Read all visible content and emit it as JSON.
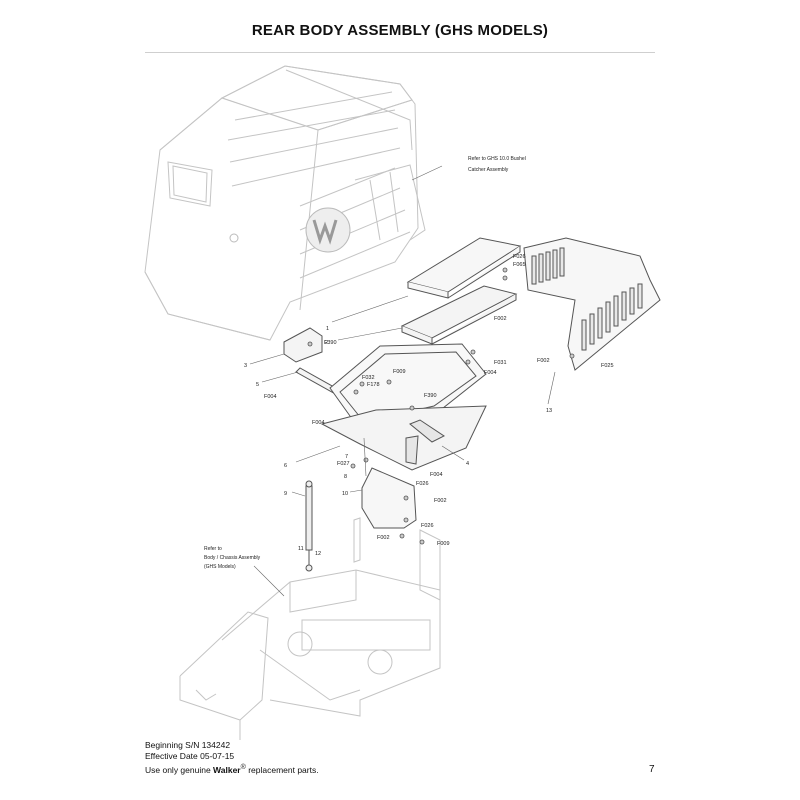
{
  "title": "REAR BODY ASSEMBLY (GHS MODELS)",
  "callouts": {
    "catcher": [
      "Refer to GHS 10.0 Bushel",
      "Catcher Assembly"
    ],
    "chassis": [
      "Refer to",
      "Body / Chassis Assembly",
      "(GHS Models)"
    ]
  },
  "part_labels": [
    {
      "id": "p1",
      "text": "1"
    },
    {
      "id": "p2",
      "text": "2"
    },
    {
      "id": "p3",
      "text": "3"
    },
    {
      "id": "p4",
      "text": "4"
    },
    {
      "id": "p5",
      "text": "5"
    },
    {
      "id": "p6",
      "text": "6"
    },
    {
      "id": "p7",
      "text": "7"
    },
    {
      "id": "p8",
      "text": "8"
    },
    {
      "id": "p9",
      "text": "9"
    },
    {
      "id": "p10",
      "text": "10"
    },
    {
      "id": "p11",
      "text": "11"
    },
    {
      "id": "p12",
      "text": "12"
    },
    {
      "id": "p13",
      "text": "13"
    },
    {
      "id": "f026a",
      "text": "F026"
    },
    {
      "id": "f065",
      "text": "F065"
    },
    {
      "id": "f002a",
      "text": "F002"
    },
    {
      "id": "f390a",
      "text": "F390"
    },
    {
      "id": "f031",
      "text": "F031"
    },
    {
      "id": "f004a",
      "text": "F004"
    },
    {
      "id": "f002b",
      "text": "F002"
    },
    {
      "id": "f025",
      "text": "F025"
    },
    {
      "id": "f032",
      "text": "F032"
    },
    {
      "id": "f178",
      "text": "F178"
    },
    {
      "id": "f009a",
      "text": "F009"
    },
    {
      "id": "f004b",
      "text": "F004"
    },
    {
      "id": "f390b",
      "text": "F390"
    },
    {
      "id": "f004c",
      "text": "F004"
    },
    {
      "id": "f027",
      "text": "F027"
    },
    {
      "id": "f004d",
      "text": "F004"
    },
    {
      "id": "f026b",
      "text": "F026"
    },
    {
      "id": "f002c",
      "text": "F002"
    },
    {
      "id": "f026c",
      "text": "F026"
    },
    {
      "id": "f002d",
      "text": "F002"
    },
    {
      "id": "f009b",
      "text": "F009"
    }
  ],
  "footer": {
    "line1": "Beginning S/N 134242",
    "line2": "Effective Date 05-07-15",
    "line3_prefix": "Use only genuine ",
    "line3_brand": "Walker",
    "line3_reg": "®",
    "line3_suffix": " replacement parts."
  },
  "page_number": "7"
}
